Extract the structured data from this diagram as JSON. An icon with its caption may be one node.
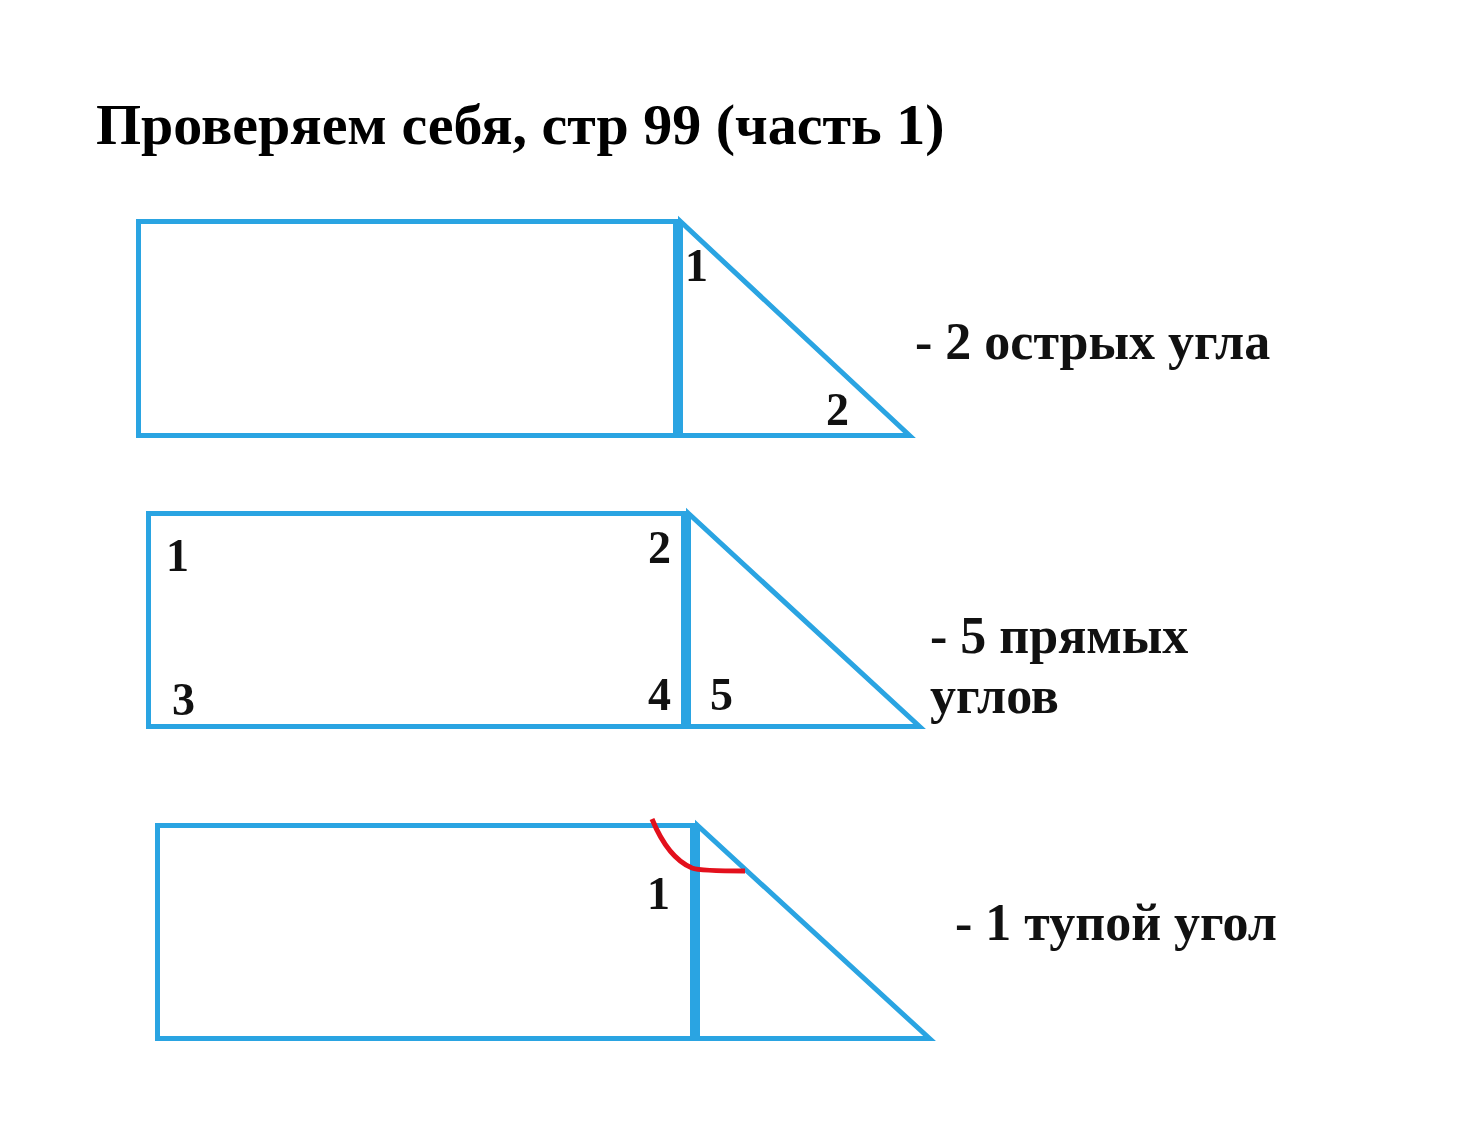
{
  "diagram": {
    "title": "Проверяем себя, стр 99 (часть 1)",
    "nodes": [
      {
        "text": [],
        "shape": "box"
      },
      {
        "text": [
          "1",
          "2"
        ]
      },
      {
        "text": [
          "1",
          "2",
          "3",
          "4"
        ]
      },
      {
        "text": [
          "5"
        ]
      },
      {
        "text": [
          "1"
        ]
      },
      {
        "text": [],
        "shape": "triangle"
      }
    ],
    "labels": [
      "- 2 острых угла",
      "- 5 прямых углов",
      "- 1 тупой угол"
    ]
  }
}
